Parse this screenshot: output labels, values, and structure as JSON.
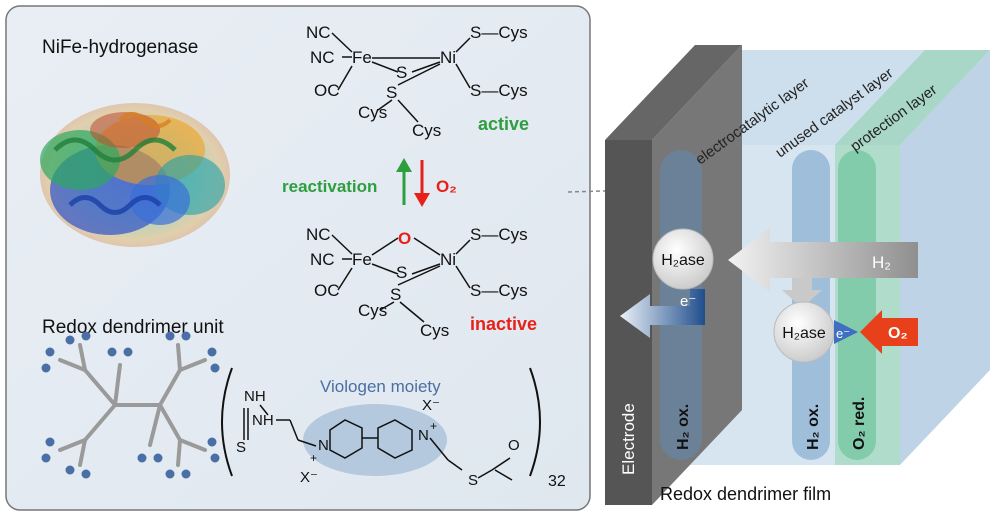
{
  "left_panel": {
    "enzyme_title": "NiFe-hydrogenase",
    "dendrimer_title": "Redox dendrimer unit",
    "viologen_label": "Viologen moiety",
    "repeat_subscript": "32"
  },
  "active_site": {
    "active": {
      "status": "active",
      "atoms": {
        "nc1": "NC",
        "nc2": "NC",
        "oc": "OC",
        "fe": "Fe",
        "s1": "S",
        "s2": "S",
        "ni": "Ni",
        "cys1": "S—Cys",
        "cys2": "S—Cys",
        "cys3": "Cys",
        "cys4": "Cys"
      }
    },
    "inactive": {
      "status": "inactive",
      "bridge": "O",
      "atoms": {
        "nc1": "NC",
        "nc2": "NC",
        "oc": "OC",
        "fe": "Fe",
        "s1": "S",
        "s2": "S",
        "ni": "Ni",
        "cys1": "S—Cys",
        "cys2": "S—Cys",
        "cys3": "Cys",
        "cys4": "Cys"
      }
    },
    "reactivation_label": "reactivation",
    "o2_label": "O₂",
    "colors": {
      "active": "#2e9e3e",
      "inactive": "#e8201a"
    }
  },
  "viologen": {
    "nh1": "NH",
    "nh2": "NH",
    "s": "S",
    "n_plus_1": "N",
    "n_plus_2": "N",
    "plus": "+",
    "x_minus": "X⁻",
    "s2": "S",
    "o": "O"
  },
  "film": {
    "layers": [
      "electrocatalytic layer",
      "unused catalyst layer",
      "protection layer"
    ],
    "electrode": "Electrode",
    "h2_ox_1": "H₂ ox.",
    "h2_ox_2": "H₂ ox.",
    "o2_red": "O₂ red.",
    "h2ase_1": "H₂ase",
    "h2ase_2": "H₂ase",
    "h2": "H₂",
    "e_minus_1": "e⁻",
    "e_minus_2": "e⁻",
    "o2": "O₂",
    "caption": "Redox dendrimer film"
  }
}
